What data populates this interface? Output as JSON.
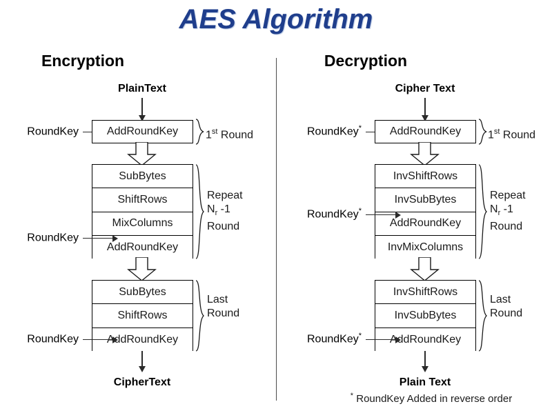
{
  "title": "AES Algorithm",
  "colors": {
    "title": "#1F3E8C",
    "text": "#000000",
    "line": "#2a2a2a",
    "background": "#ffffff"
  },
  "columns": {
    "encryption": {
      "heading": "Encryption",
      "input_label": "PlainText",
      "output_label": "CipherText",
      "first_round": {
        "steps": [
          "AddRoundKey"
        ],
        "brace_label_main": "1",
        "brace_label_sup": "st",
        "brace_label_tail": " Round",
        "roundkey_label": "RoundKey",
        "roundkey_sup": ""
      },
      "middle_round": {
        "steps": [
          "SubBytes",
          "ShiftRows",
          "MixColumns",
          "AddRoundKey"
        ],
        "brace_lines": [
          "Repeat",
          "N",
          "r",
          " -1",
          "Round"
        ],
        "brace_line1": "Repeat",
        "brace_line2_pre": "N",
        "brace_line2_sub": "r",
        "brace_line2_post": " -1",
        "brace_line3": "Round",
        "roundkey_label": "RoundKey",
        "roundkey_sup": "",
        "roundkey_target_index": 3
      },
      "last_round": {
        "steps": [
          "SubBytes",
          "ShiftRows",
          "AddRoundKey"
        ],
        "brace_line1": "Last",
        "brace_line2": "Round",
        "roundkey_label": "RoundKey",
        "roundkey_sup": "",
        "roundkey_target_index": 2
      }
    },
    "decryption": {
      "heading": "Decryption",
      "input_label": "Cipher Text",
      "output_label": "Plain Text",
      "first_round": {
        "steps": [
          "AddRoundKey"
        ],
        "brace_label_main": "1",
        "brace_label_sup": "st",
        "brace_label_tail": " Round",
        "roundkey_label": "RoundKey",
        "roundkey_sup": "*"
      },
      "middle_round": {
        "steps": [
          "InvShiftRows",
          "InvSubBytes",
          "AddRoundKey",
          "InvMixColumns"
        ],
        "brace_line1": "Repeat",
        "brace_line2_pre": "N",
        "brace_line2_sub": "r",
        "brace_line2_post": " -1",
        "brace_line3": "Round",
        "roundkey_label": "RoundKey",
        "roundkey_sup": "*",
        "roundkey_target_index": 2
      },
      "last_round": {
        "steps": [
          "InvShiftRows",
          "InvSubBytes",
          "AddRoundKey"
        ],
        "brace_line1": "Last",
        "brace_line2": "Round",
        "roundkey_label": "RoundKey",
        "roundkey_sup": "*",
        "roundkey_target_index": 2
      }
    }
  },
  "footnote": {
    "marker": "*",
    "text": " RoundKey Added in reverse order"
  }
}
